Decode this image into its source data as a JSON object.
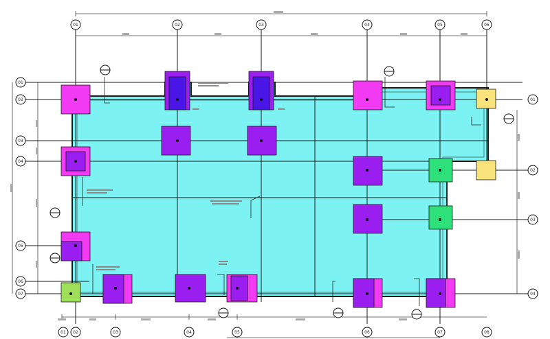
{
  "drawing": {
    "slab_color": "#7df2f2",
    "line_color": "#202020",
    "footing_colors": {
      "magenta": "#f13af1",
      "purple": "#9b1ef0",
      "blue": "#4a16e8",
      "green": "#2ee07a",
      "yellow": "#f7e37a",
      "lime": "#9ee05a"
    },
    "grid_bubbles_top": [
      "01",
      "02",
      "03",
      "04",
      "05",
      "06"
    ],
    "grid_bubbles_left": [
      "01",
      "02",
      "03",
      "04",
      "05",
      "06",
      "07"
    ],
    "grid_bubbles_right": [
      "01",
      "02",
      "03",
      "04"
    ],
    "grid_bubbles_bottom": [
      "01",
      "02",
      "03",
      "04",
      "05",
      "06",
      "07",
      "08"
    ]
  }
}
